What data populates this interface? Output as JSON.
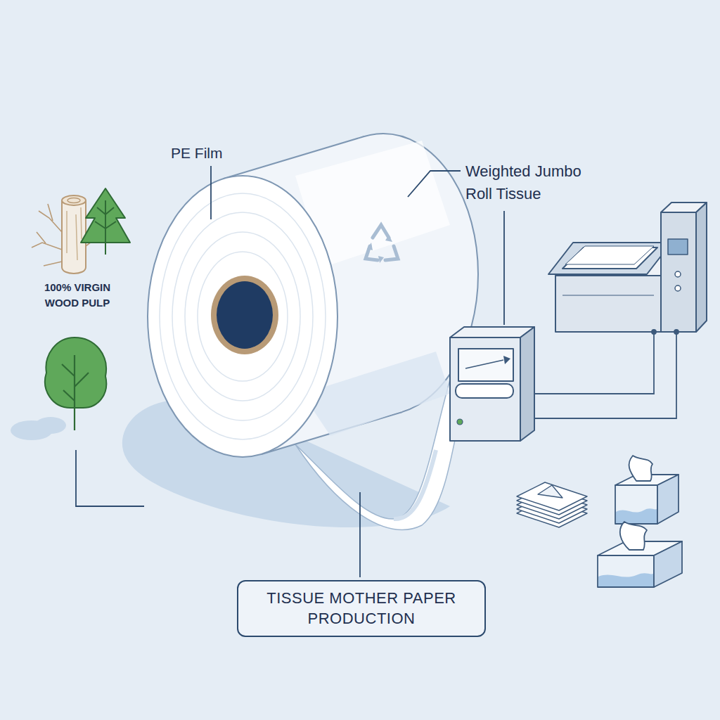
{
  "diagram": {
    "nodes": [
      {
        "text": [
          "TISSUE MOTHER PAPER PRODUCTION"
        ]
      }
    ],
    "labels": [
      "PE Film",
      "Weighted Jumbo Roll Tissue",
      "100% VIRGIN WOOD PULP"
    ]
  }
}
